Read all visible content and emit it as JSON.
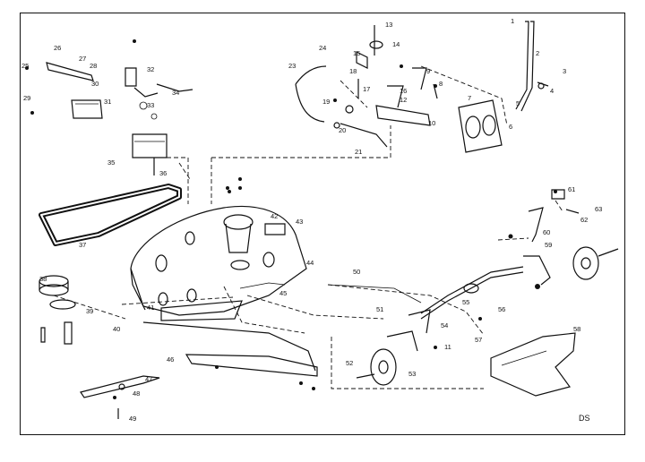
{
  "diagram": {
    "sheet_code": "DS",
    "callouts": [
      {
        "id": "1",
        "label": "1"
      },
      {
        "id": "2",
        "label": "2"
      },
      {
        "id": "3",
        "label": "3"
      },
      {
        "id": "4",
        "label": "4"
      },
      {
        "id": "5",
        "label": "5"
      },
      {
        "id": "6",
        "label": "6"
      },
      {
        "id": "7",
        "label": "7"
      },
      {
        "id": "8",
        "label": "8"
      },
      {
        "id": "9",
        "label": "9"
      },
      {
        "id": "10",
        "label": "10"
      },
      {
        "id": "11",
        "label": "11"
      },
      {
        "id": "12",
        "label": "12"
      },
      {
        "id": "13",
        "label": "13"
      },
      {
        "id": "14",
        "label": "14"
      },
      {
        "id": "15",
        "label": "15"
      },
      {
        "id": "16",
        "label": "16"
      },
      {
        "id": "17",
        "label": "17"
      },
      {
        "id": "18",
        "label": "18"
      },
      {
        "id": "19",
        "label": "19"
      },
      {
        "id": "20",
        "label": "20"
      },
      {
        "id": "21",
        "label": "21"
      },
      {
        "id": "23",
        "label": "23"
      },
      {
        "id": "24",
        "label": "24"
      },
      {
        "id": "25",
        "label": "25"
      },
      {
        "id": "26",
        "label": "26"
      },
      {
        "id": "27",
        "label": "27"
      },
      {
        "id": "28",
        "label": "28"
      },
      {
        "id": "29",
        "label": "29"
      },
      {
        "id": "30",
        "label": "30"
      },
      {
        "id": "31",
        "label": "31"
      },
      {
        "id": "32",
        "label": "32"
      },
      {
        "id": "33",
        "label": "33"
      },
      {
        "id": "34",
        "label": "34"
      },
      {
        "id": "35",
        "label": "35"
      },
      {
        "id": "36",
        "label": "36"
      },
      {
        "id": "37",
        "label": "37"
      },
      {
        "id": "38",
        "label": "38"
      },
      {
        "id": "39",
        "label": "39"
      },
      {
        "id": "40",
        "label": "40"
      },
      {
        "id": "41",
        "label": "41"
      },
      {
        "id": "42",
        "label": "42"
      },
      {
        "id": "43",
        "label": "43"
      },
      {
        "id": "44",
        "label": "44"
      },
      {
        "id": "45",
        "label": "45"
      },
      {
        "id": "46",
        "label": "46"
      },
      {
        "id": "47",
        "label": "47"
      },
      {
        "id": "48",
        "label": "48"
      },
      {
        "id": "49",
        "label": "49"
      },
      {
        "id": "50",
        "label": "50"
      },
      {
        "id": "51",
        "label": "51"
      },
      {
        "id": "52",
        "label": "52"
      },
      {
        "id": "53",
        "label": "53"
      },
      {
        "id": "54",
        "label": "54"
      },
      {
        "id": "55",
        "label": "55"
      },
      {
        "id": "56",
        "label": "56"
      },
      {
        "id": "57",
        "label": "57"
      },
      {
        "id": "58",
        "label": "58"
      },
      {
        "id": "59",
        "label": "59"
      },
      {
        "id": "60",
        "label": "60"
      },
      {
        "id": "61",
        "label": "61"
      },
      {
        "id": "62",
        "label": "62"
      },
      {
        "id": "63",
        "label": "63"
      }
    ]
  }
}
